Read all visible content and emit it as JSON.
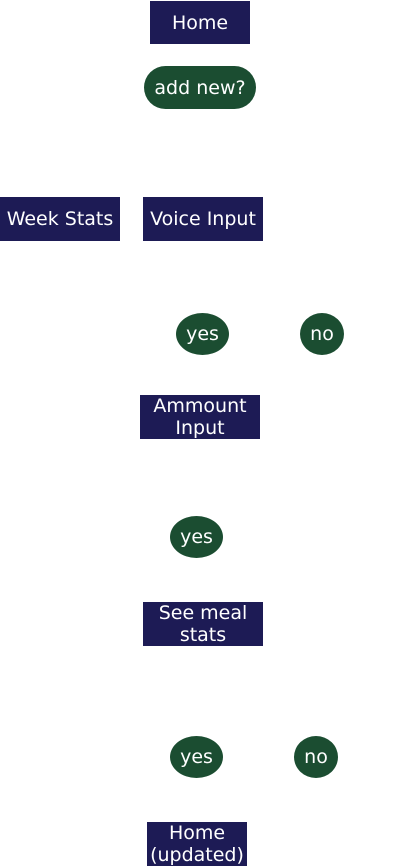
{
  "flowchart": {
    "home": "Home",
    "add_new": "add new?",
    "week_stats": "Week Stats",
    "voice_input": "Voice Input",
    "yes_1": "yes",
    "no_1": "no",
    "amount_input": "Ammount\nInput",
    "yes_2": "yes",
    "see_meal_stats": "See meal\nstats",
    "yes_3": "yes",
    "no_3": "no",
    "home_updated": "Home\n(updated)"
  },
  "colors": {
    "box_fill": "#1d1b55",
    "decision_fill": "#1b4d31",
    "text": "#ffffff",
    "background": "#ffffff"
  }
}
